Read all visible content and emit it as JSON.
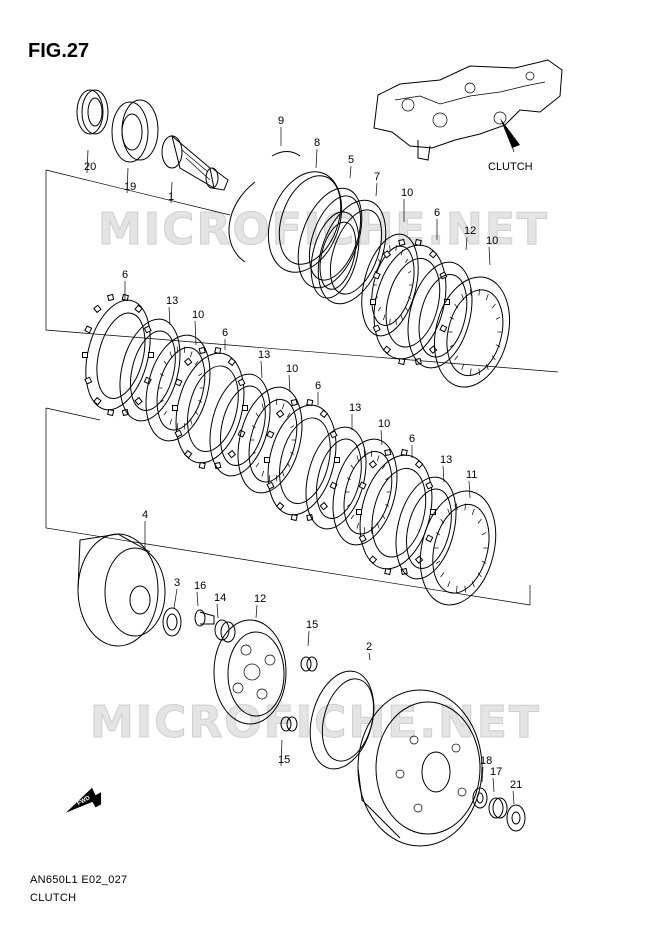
{
  "figure": {
    "title": "FIG.27",
    "code": "AN650L1 E02_027",
    "name": "CLUTCH"
  },
  "watermark": "MICROFICHE.NET",
  "locator_label": "CLUTCH",
  "forward_icon_text": "FWD",
  "callouts": [
    {
      "id": "c1",
      "label": "1"
    },
    {
      "id": "c2",
      "label": "2"
    },
    {
      "id": "c3",
      "label": "3"
    },
    {
      "id": "c4",
      "label": "4"
    },
    {
      "id": "c5",
      "label": "5"
    },
    {
      "id": "c6a",
      "label": "6"
    },
    {
      "id": "c6b",
      "label": "6"
    },
    {
      "id": "c6c",
      "label": "6"
    },
    {
      "id": "c6d",
      "label": "6"
    },
    {
      "id": "c6e",
      "label": "6"
    },
    {
      "id": "c7",
      "label": "7"
    },
    {
      "id": "c8",
      "label": "8"
    },
    {
      "id": "c9",
      "label": "9"
    },
    {
      "id": "c10a",
      "label": "10"
    },
    {
      "id": "c10b",
      "label": "10"
    },
    {
      "id": "c10c",
      "label": "10"
    },
    {
      "id": "c10d",
      "label": "10"
    },
    {
      "id": "c10e",
      "label": "10"
    },
    {
      "id": "c11",
      "label": "11"
    },
    {
      "id": "c12a",
      "label": "12"
    },
    {
      "id": "c12b",
      "label": "12"
    },
    {
      "id": "c13a",
      "label": "13"
    },
    {
      "id": "c13b",
      "label": "13"
    },
    {
      "id": "c13c",
      "label": "13"
    },
    {
      "id": "c13d",
      "label": "13"
    },
    {
      "id": "c14",
      "label": "14"
    },
    {
      "id": "c15a",
      "label": "15"
    },
    {
      "id": "c15b",
      "label": "15"
    },
    {
      "id": "c16",
      "label": "16"
    },
    {
      "id": "c17",
      "label": "17"
    },
    {
      "id": "c18",
      "label": "18"
    },
    {
      "id": "c19",
      "label": "19"
    },
    {
      "id": "c20",
      "label": "20"
    },
    {
      "id": "c21",
      "label": "21"
    }
  ]
}
